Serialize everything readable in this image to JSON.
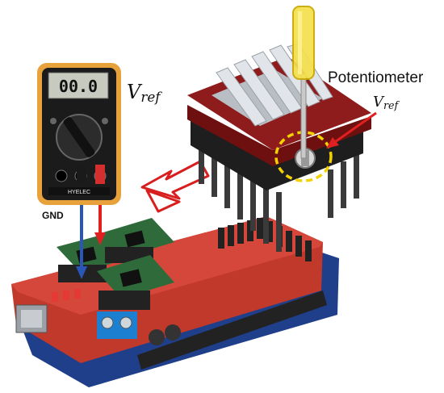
{
  "labels": {
    "potentiometer": "Potentiometer",
    "vref_main": "V",
    "vref_sub": "ref",
    "gnd": "GND"
  },
  "multimeter": {
    "display": "00.0",
    "brand": "HYELEC"
  },
  "colors": {
    "meter_body": "#e8a23c",
    "driver_pcb": "#8e1c1c",
    "shield_pcb": "#c0392b",
    "driver_green": "#2f6b3a",
    "probe_red": "#e02020",
    "probe_blue": "#2a56b8",
    "callout_yellow": "#f2d200",
    "arrow_red": "#d81e1e"
  }
}
